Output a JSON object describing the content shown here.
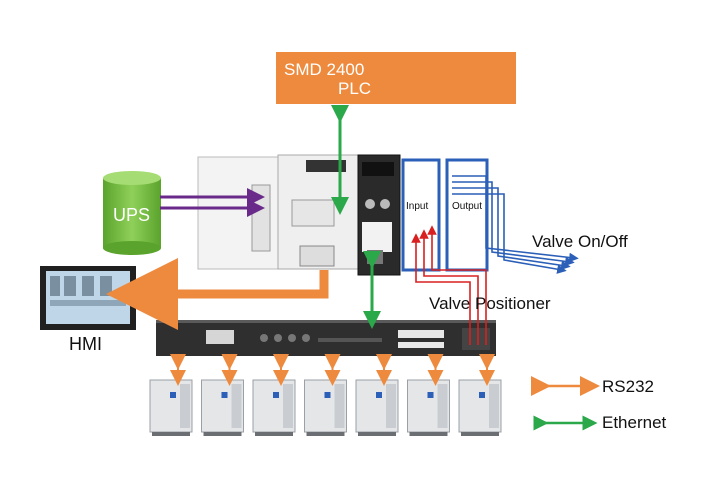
{
  "plc": {
    "line1": "SMD 2400",
    "line2": "PLC"
  },
  "ups": {
    "label": "UPS"
  },
  "hmi": {
    "label": "HMI"
  },
  "modules": {
    "input": "Input",
    "output": "Output"
  },
  "labels": {
    "valve_onoff": "Valve On/Off",
    "valve_positioner": "Valve Positioner"
  },
  "legend": [
    {
      "label": "RS232",
      "color": "#ee8a3e"
    },
    {
      "label": "Ethernet",
      "color": "#2aa84a"
    }
  ],
  "colors": {
    "orange": "#ee8a3e",
    "green": "#2aa84a",
    "purple": "#6a2a8a",
    "blue": "#2b5fb8",
    "red": "#d82020",
    "ups_green": "#6fba3a"
  },
  "device_count": 7
}
